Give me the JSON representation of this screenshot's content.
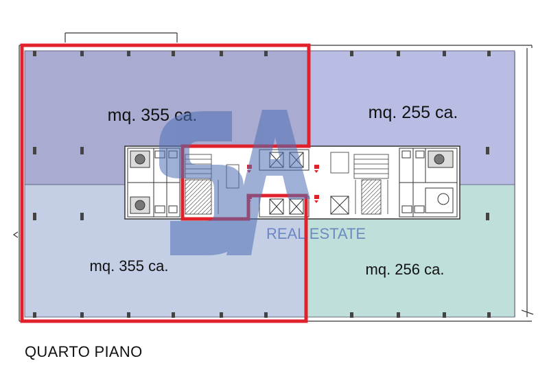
{
  "floor_title": "QUARTO PIANO",
  "areas": [
    {
      "id": "top-left",
      "label": "mq. 355 ca.",
      "color": "#a9abd0"
    },
    {
      "id": "top-right",
      "label": "mq. 255 ca.",
      "color": "#b9bde3"
    },
    {
      "id": "bottom-left",
      "label": "mq. 355 ca.",
      "color": "#c4cfe6"
    },
    {
      "id": "bottom-right",
      "label": "mq. 256 ca.",
      "color": "#bfdfdb"
    }
  ],
  "watermark": {
    "text": "REAL ESTATE",
    "color": "#4f6fb5"
  },
  "highlight_color": "#e0202a"
}
